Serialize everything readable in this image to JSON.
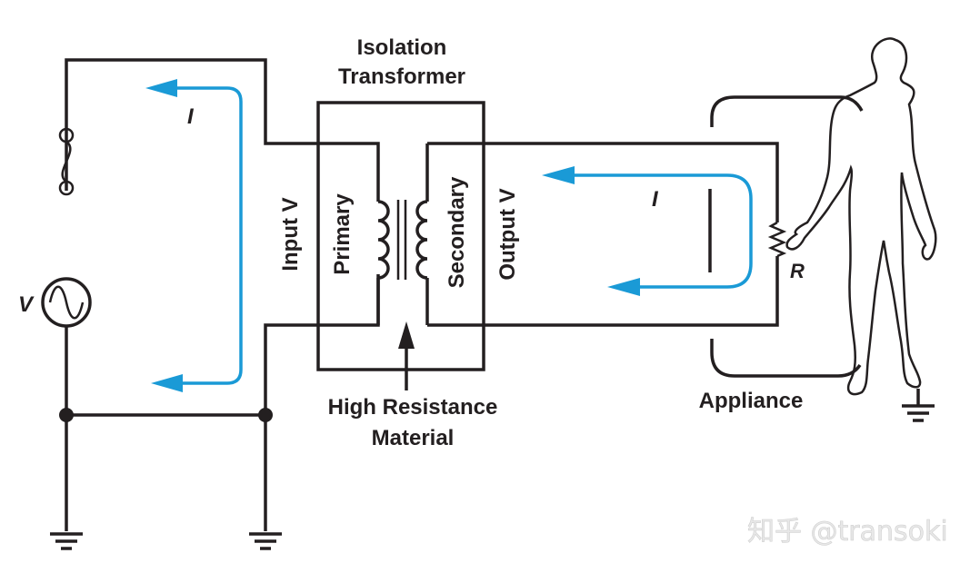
{
  "diagram": {
    "title": "Isolation Transformer",
    "title_lines": [
      "Isolation",
      "Transformer"
    ],
    "labels": {
      "source_voltage": "V",
      "current_left": "I",
      "current_right": "I",
      "input": "Input V",
      "primary": "Primary",
      "secondary": "Secondary",
      "output": "Output V",
      "resistance": "R",
      "appliance": "Appliance",
      "barrier_line1": "High Resistance",
      "barrier_line2": "Material"
    },
    "components": [
      "ac-voltage-source",
      "fuse",
      "isolation-transformer",
      "appliance",
      "human-body",
      "ground"
    ],
    "colors": {
      "wire": "#231f20",
      "current": "#1a9ad6"
    }
  },
  "watermark": "知乎 @transoki"
}
